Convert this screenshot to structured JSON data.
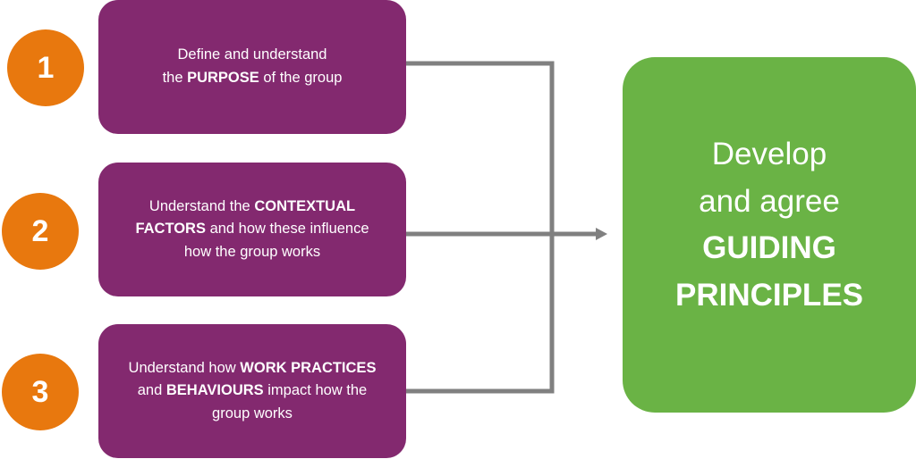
{
  "colors": {
    "step_circle": "#E8780E",
    "step_box": "#83296F",
    "goal_box": "#6AB345",
    "connector": "#808080",
    "text": "#FFFFFF"
  },
  "steps": [
    {
      "number": "1",
      "line1": {
        "text": "Define and understand",
        "strong": "",
        "suffix": ""
      },
      "line2": {
        "text": "the ",
        "strong": "PURPOSE",
        "suffix": " of the group"
      },
      "line3": {
        "text": "",
        "strong": "",
        "suffix": ""
      }
    },
    {
      "number": "2",
      "line1": {
        "text": "Understand the ",
        "strong": "CONTEXTUAL",
        "suffix": ""
      },
      "line2": {
        "text": "",
        "strong": "FACTORS",
        "suffix": " and how these influence"
      },
      "line3": {
        "text": "how the group works",
        "strong": "",
        "suffix": ""
      }
    },
    {
      "number": "3",
      "line1": {
        "text": "Understand how ",
        "strong": "WORK PRACTICES",
        "suffix": ""
      },
      "line2": {
        "text": "and ",
        "strong": "BEHAVIOURS",
        "suffix": " impact how the"
      },
      "line3": {
        "text": "group works",
        "strong": "",
        "suffix": ""
      }
    }
  ],
  "goal": {
    "line1": "Develop",
    "line2": "and agree",
    "line3": "GUIDING",
    "line4": "PRINCIPLES"
  }
}
